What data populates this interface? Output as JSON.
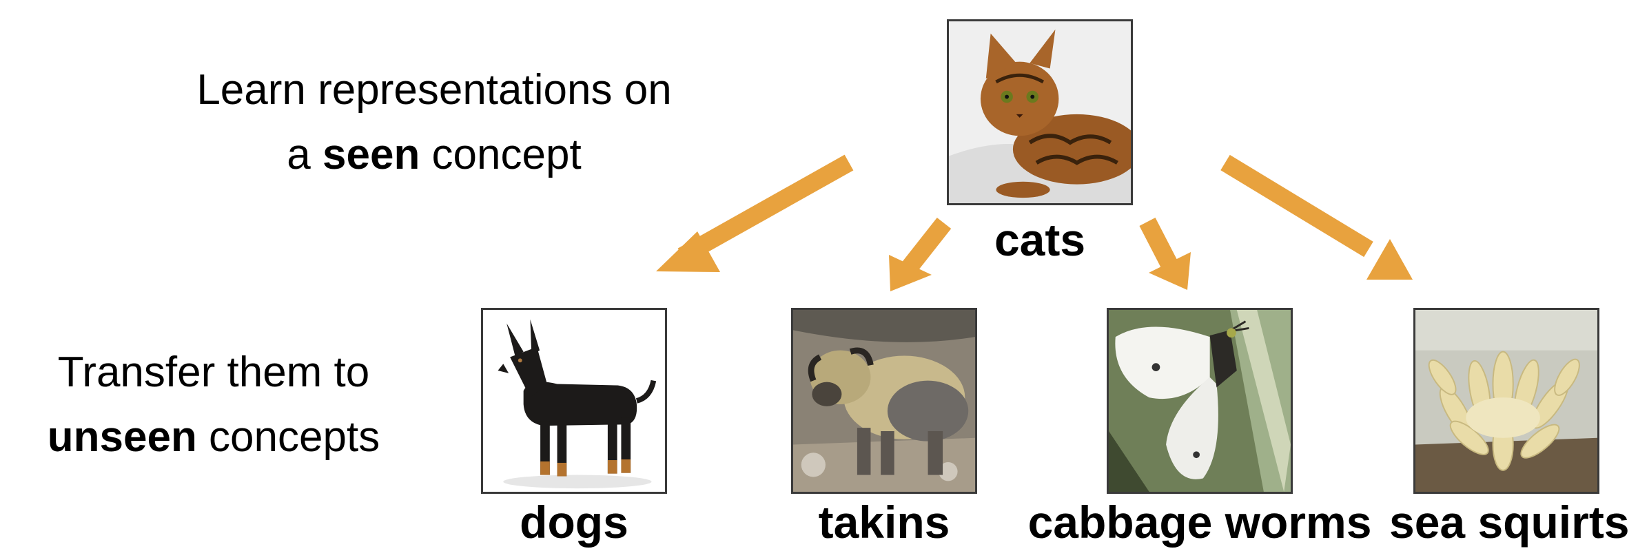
{
  "diagram": {
    "top_caption": {
      "line1": "Learn representations on",
      "line2_pre": "a ",
      "line2_bold": "seen",
      "line2_post": " concept"
    },
    "bottom_caption": {
      "line1": "Transfer them to",
      "line2_bold": "unseen",
      "line2_post": " concepts"
    },
    "source": {
      "label": "cats",
      "icon": "cat-photo"
    },
    "targets": [
      {
        "label": "dogs",
        "icon": "dog-photo"
      },
      {
        "label": "takins",
        "icon": "takin-photo"
      },
      {
        "label": "cabbage worms",
        "icon": "butterfly-photo"
      },
      {
        "label": "sea squirts",
        "icon": "sea-squirt-photo"
      }
    ],
    "colors": {
      "arrow": "#E8A23E",
      "frame": "#3a3a3a"
    }
  }
}
